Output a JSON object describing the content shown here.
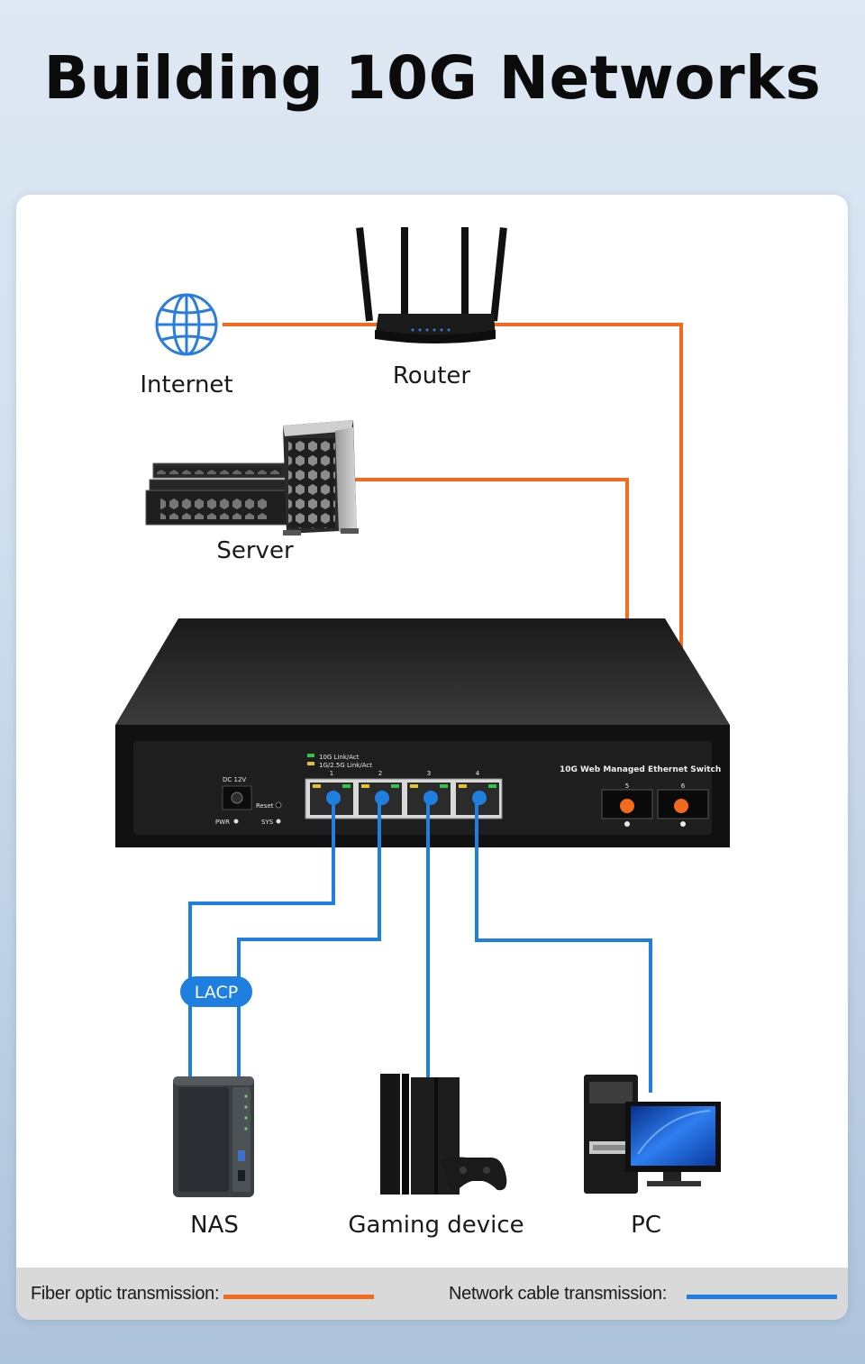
{
  "title": "Building 10G Networks",
  "nodes": {
    "internet": "Internet",
    "router": "Router",
    "server": "Server",
    "nas": "NAS",
    "gaming": "Gaming device",
    "pc": "PC"
  },
  "switch": {
    "model_text": "10G Web Managed Ethernet Switch",
    "led_10g": "10G Link/Act",
    "led_1g": "1G/2.5G Link/Act",
    "port_numbers": [
      "1",
      "2",
      "3",
      "4"
    ],
    "sfp_numbers": [
      "5",
      "6"
    ],
    "dc_label": "DC  12V",
    "pwr_label": "PWR",
    "reset_label": "Reset",
    "sys_label": "SYS"
  },
  "lacp_badge": "LACP",
  "legend": {
    "fiber": "Fiber optic transmission:",
    "cable": "Network cable transmission:"
  },
  "colors": {
    "fiber": "#f26a1b",
    "cable": "#1f7fe0",
    "lacp_badge": "#1f7fe0"
  }
}
